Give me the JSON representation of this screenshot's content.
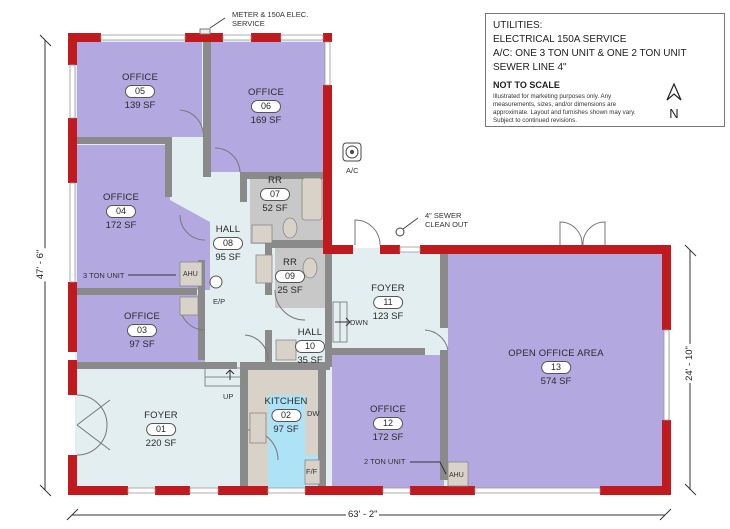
{
  "utilities": {
    "title": "UTILITIES:",
    "electrical": "ELECTRICAL 150A SERVICE",
    "ac": "A/C: ONE 3 TON UNIT & ONE 2 TON UNIT",
    "sewer": "SEWER LINE 4\"",
    "not_to_scale": "NOT TO SCALE",
    "disclaimer": "Illustrated for marketing purposes only.  Any measurements, sizes, and/or dimensions are approximate.  Layout and furnishes shown may vary. Subject to continued revisions.",
    "north_label": "N"
  },
  "rooms": [
    {
      "name": "OFFICE",
      "number": "05",
      "area": "139 SF"
    },
    {
      "name": "OFFICE",
      "number": "06",
      "area": "169 SF"
    },
    {
      "name": "OFFICE",
      "number": "04",
      "area": "172 SF"
    },
    {
      "name": "RR",
      "number": "07",
      "area": "52 SF"
    },
    {
      "name": "HALL",
      "number": "08",
      "area": "95 SF"
    },
    {
      "name": "RR",
      "number": "09",
      "area": "25 SF"
    },
    {
      "name": "OFFICE",
      "number": "03",
      "area": "97 SF"
    },
    {
      "name": "HALL",
      "number": "10",
      "area": "35 SF"
    },
    {
      "name": "FOYER",
      "number": "11",
      "area": "123 SF"
    },
    {
      "name": "FOYER",
      "number": "01",
      "area": "220 SF"
    },
    {
      "name": "KITCHEN",
      "number": "02",
      "area": "97 SF"
    },
    {
      "name": "OFFICE",
      "number": "12",
      "area": "172 SF"
    },
    {
      "name": "OPEN OFFICE AREA",
      "number": "13",
      "area": "574 SF"
    }
  ],
  "annotations": {
    "meter_line1": "METER & 150A ELEC.",
    "meter_line2": "SERVICE",
    "ac_label": "A/C",
    "sewer_line1": "4\" SEWER",
    "sewer_line2": "CLEAN OUT",
    "three_ton": "3 TON UNIT",
    "two_ton": "2 TON UNIT",
    "ahu": "AHU",
    "ep": "E/P",
    "up": "UP",
    "down": "DWN",
    "dw": "DW",
    "ff": "F/F"
  },
  "dimensions": {
    "overall_height": "47' - 6\"",
    "overall_width": "63' - 2\"",
    "right_height": "24' - 10\""
  },
  "colors": {
    "office": "#b3a9e0",
    "common": "#e3eef0",
    "restroom": "#c8c8c8",
    "kitchen": "#aee3f7",
    "exterior_wall": "#c0191e",
    "interior_wall": "#8a8a8a"
  }
}
